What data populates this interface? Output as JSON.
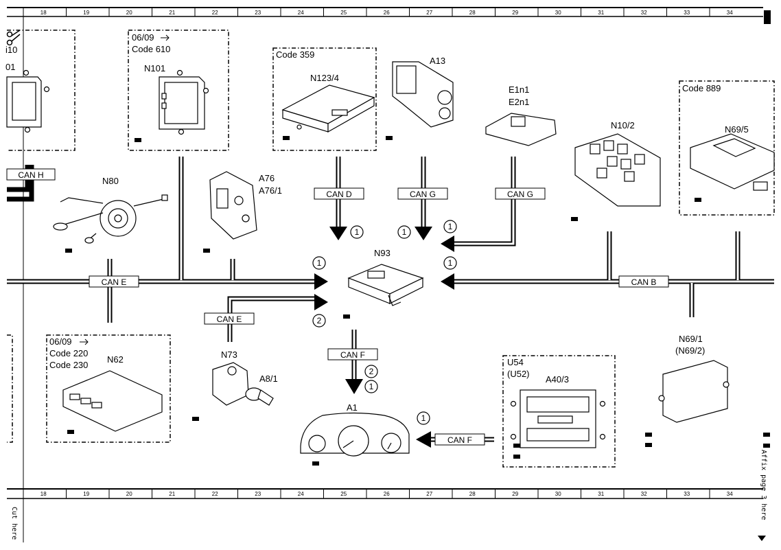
{
  "ruler": {
    "numbers": [
      "18",
      "19",
      "20",
      "21",
      "22",
      "23",
      "24",
      "25",
      "26",
      "27",
      "28",
      "29",
      "30",
      "31",
      "32",
      "33",
      "34"
    ]
  },
  "margin_text": {
    "cut_here": "Cut here",
    "affix_page": "Affix page 3 here",
    "left_partial_1": "i10",
    "left_partial_2": "01"
  },
  "components": {
    "n101": {
      "lines": [
        "06/09",
        "Code 610"
      ],
      "name": "N101"
    },
    "n123": {
      "code": "Code 359",
      "name": "N123/4"
    },
    "a13": {
      "name": "A13"
    },
    "e1n1": {
      "name1": "E1n1",
      "name2": "E2n1"
    },
    "n10_2": {
      "name": "N10/2"
    },
    "n69_5": {
      "code": "Code 889",
      "name": "N69/5"
    },
    "n80": {
      "name": "N80"
    },
    "a76": {
      "name1": "A76",
      "name2": "A76/1"
    },
    "n93": {
      "name": "N93"
    },
    "n62": {
      "lines": [
        "06/09",
        "Code 220",
        "Code 230"
      ],
      "name": "N62"
    },
    "n73": {
      "name": "N73"
    },
    "a8_1": {
      "name": "A8/1"
    },
    "a1": {
      "name": "A1"
    },
    "u54": {
      "line1": "U54",
      "line2": "(U52)",
      "name": "A40/3"
    },
    "n69_1": {
      "name1": "N69/1",
      "name2": "(N69/2)"
    }
  },
  "buses": {
    "can_h": "CAN H",
    "can_d": "CAN D",
    "can_g_1": "CAN G",
    "can_g_2": "CAN G",
    "can_e_1": "CAN E",
    "can_e_2": "CAN E",
    "can_b": "CAN B",
    "can_f_1": "CAN F",
    "can_f_2": "CAN F"
  },
  "circles": {
    "c1": "1",
    "c2": "2"
  }
}
